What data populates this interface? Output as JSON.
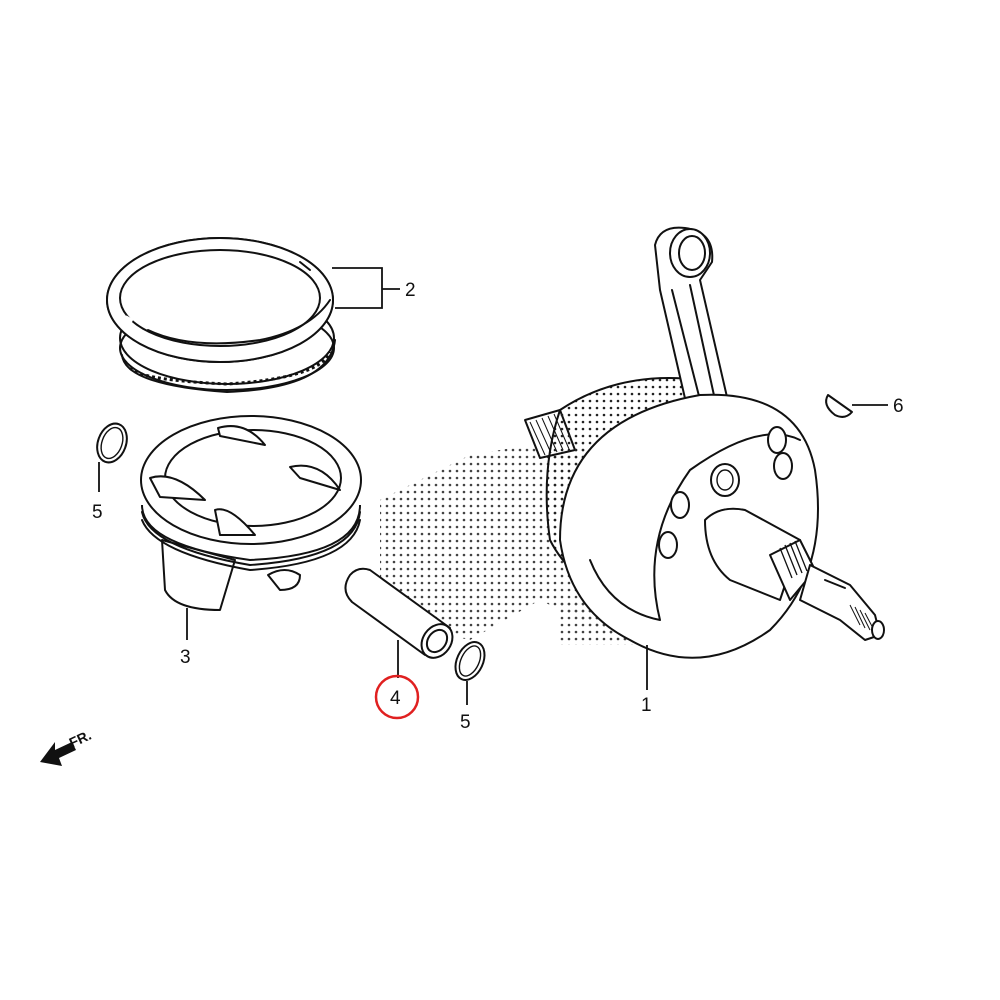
{
  "diagram": {
    "title": "Crankshaft / Piston exploded parts diagram",
    "highlight_color": "#e02020",
    "line_color": "#111111",
    "watermark": "dotted brand logo watermark",
    "direction_indicator": {
      "label": "FR.",
      "icon": "front-arrow-icon"
    },
    "callouts": [
      {
        "id": "1",
        "label": "1",
        "part": "crankshaft"
      },
      {
        "id": "2",
        "label": "2",
        "part": "piston-ring-set"
      },
      {
        "id": "3",
        "label": "3",
        "part": "piston"
      },
      {
        "id": "4",
        "label": "4",
        "part": "piston-pin",
        "highlighted": true
      },
      {
        "id": "5a",
        "label": "5",
        "part": "piston-pin-clip-left"
      },
      {
        "id": "5b",
        "label": "5",
        "part": "piston-pin-clip-right"
      },
      {
        "id": "6",
        "label": "6",
        "part": "woodruff-key"
      }
    ]
  }
}
